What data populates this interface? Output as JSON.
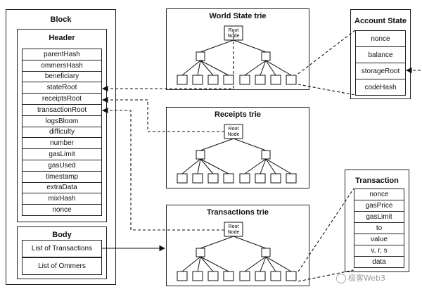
{
  "block": {
    "title": "Block",
    "header_title": "Header",
    "header_fields": [
      "parentHash",
      "ommersHash",
      "beneficiary",
      "stateRoot",
      "receiptsRoot",
      "transactionRoot",
      "logsBloom",
      "difficulty",
      "number",
      "gasLimit",
      "gasUsed",
      "timestamp",
      "extraData",
      "mixHash",
      "nonce"
    ],
    "body_title": "Body",
    "body_fields": [
      "List of Transactions",
      "List of Ommers"
    ]
  },
  "tries": {
    "world_state": {
      "title": "World State trie",
      "root_label": "Root\nNode"
    },
    "receipts": {
      "title": "Receipts trie",
      "root_label": "Root\nNode"
    },
    "transactions": {
      "title": "Transactions trie",
      "root_label": "Root\nNode"
    }
  },
  "account_state": {
    "title": "Account State",
    "fields": [
      "nonce",
      "balance",
      "storageRoot",
      "codeHash"
    ]
  },
  "transaction": {
    "title": "Transaction",
    "fields": [
      "nonce",
      "gasPrice",
      "gasLimit",
      "to",
      "value",
      "v, r, s",
      "data"
    ]
  },
  "watermark": {
    "text": "极客Web3"
  }
}
